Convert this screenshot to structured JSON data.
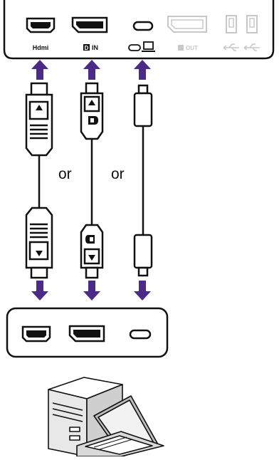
{
  "monitor_panel": {
    "port_labels": {
      "hdmi": "Hdmi",
      "dp_in": "IN",
      "dp_out": "OUT"
    }
  },
  "cable_options": {
    "or_1": "or",
    "or_2": "or"
  },
  "colors": {
    "arrow": "#4b2a88",
    "line": "#111111",
    "muted_port": "#c8c8c8"
  },
  "icons": [
    "hdmi-port-icon",
    "displayport-icon",
    "usb-c-port-icon",
    "laptop-icon",
    "usb-a-port-icon",
    "usb-symbol-icon",
    "computer-icon"
  ]
}
